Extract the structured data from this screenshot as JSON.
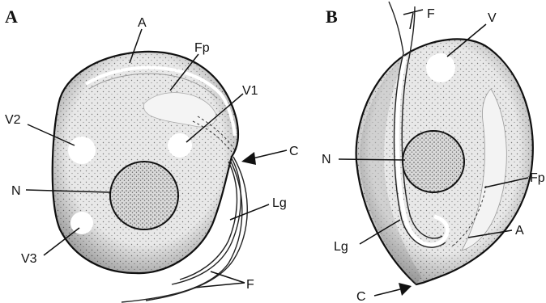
{
  "panels": [
    {
      "letter": "A",
      "labels": {
        "a": "A",
        "fp": "Fp",
        "v1": "V1",
        "v2": "V2",
        "v3": "V3",
        "n": "N",
        "c": "C",
        "lg": "Lg",
        "f": "F"
      }
    },
    {
      "letter": "B",
      "labels": {
        "f": "F",
        "v": "V",
        "n": "N",
        "fp": "Fp",
        "a": "A",
        "lg": "Lg",
        "c": "C"
      }
    }
  ],
  "colors": {
    "cell_fill": "#e9e9e9",
    "stroke": "#111111",
    "vacuole": "#ffffff"
  }
}
